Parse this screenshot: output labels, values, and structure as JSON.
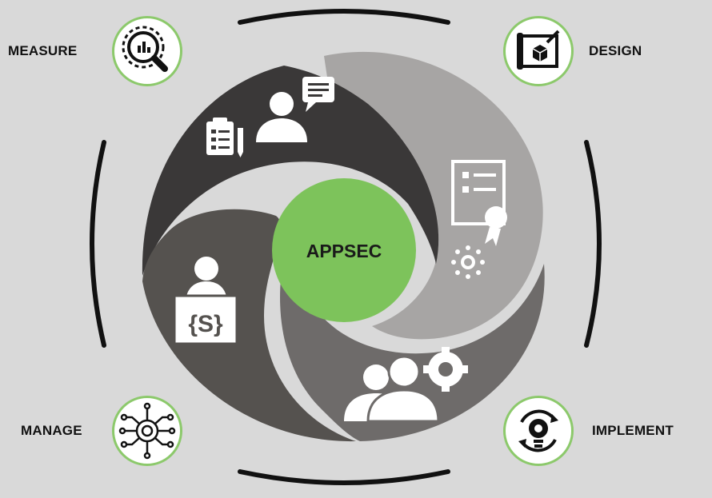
{
  "center": {
    "label": "APPSEC"
  },
  "stages": {
    "measure": {
      "label": "MEASURE"
    },
    "design": {
      "label": "DESIGN"
    },
    "manage": {
      "label": "MANAGE"
    },
    "implement": {
      "label": "IMPLEMENT"
    }
  },
  "colors": {
    "background": "#d9d9d9",
    "center": "#7dc35b",
    "badge_border": "#8cc96b",
    "segment_top": "#3a3838",
    "segment_right": "#a7a5a4",
    "segment_bottom": "#6e6b6a",
    "segment_left": "#55524f",
    "arcs": "#111111"
  },
  "icons": {
    "measure": "magnifier-chart-icon",
    "design": "blueprint-cube-icon",
    "manage": "network-gear-icon",
    "implement": "lightbulb-gear-cycle-icon"
  }
}
